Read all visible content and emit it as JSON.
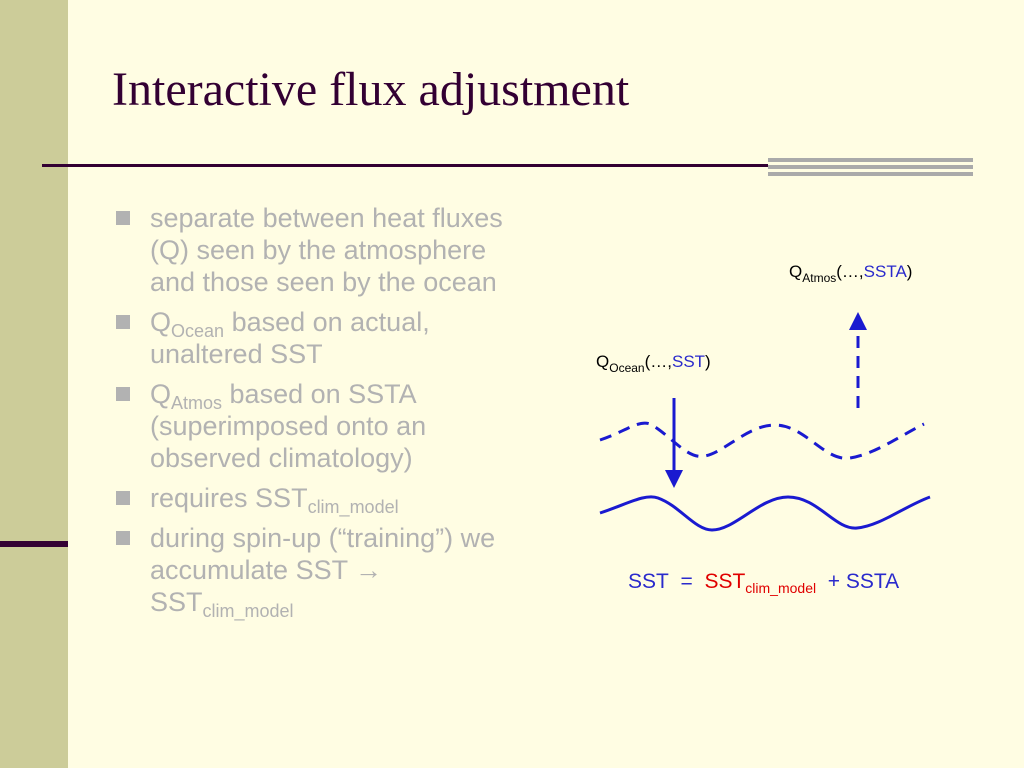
{
  "slide": {
    "title": "Interactive flux adjustment",
    "bullets": [
      {
        "text": "separate between heat fluxes (Q) seen by the atmosphere and those seen by the ocean"
      },
      {
        "pre": "Q",
        "sub": "Ocean",
        "post": " based on actual, unaltered SST"
      },
      {
        "pre": "Q",
        "sub": "Atmos",
        "post": " based on SSTA (superimposed onto an observed climatology)"
      },
      {
        "pre": "requires SST",
        "sub": "clim_model",
        "post": ""
      },
      {
        "pre": "during spin-up (“training”) we accumulate SST → SST",
        "sub": "clim_model",
        "post": ""
      }
    ]
  },
  "diagram": {
    "q_atmos": {
      "q": "Q",
      "sub": "Atmos",
      "open": "(…,",
      "arg": "SSTA",
      "close": ")"
    },
    "q_ocean": {
      "q": "Q",
      "sub": "Ocean",
      "open": "(…,",
      "arg": "SST",
      "close": ")"
    },
    "equation": {
      "lhs": "SST",
      "eq": "=",
      "term1": "SST",
      "term1_sub": "clim_model",
      "plus": "+",
      "term2": "SSTA"
    },
    "colors": {
      "blue": "#2a2acc",
      "red": "#e00000",
      "arrow_blue": "#1a1ad0"
    }
  }
}
